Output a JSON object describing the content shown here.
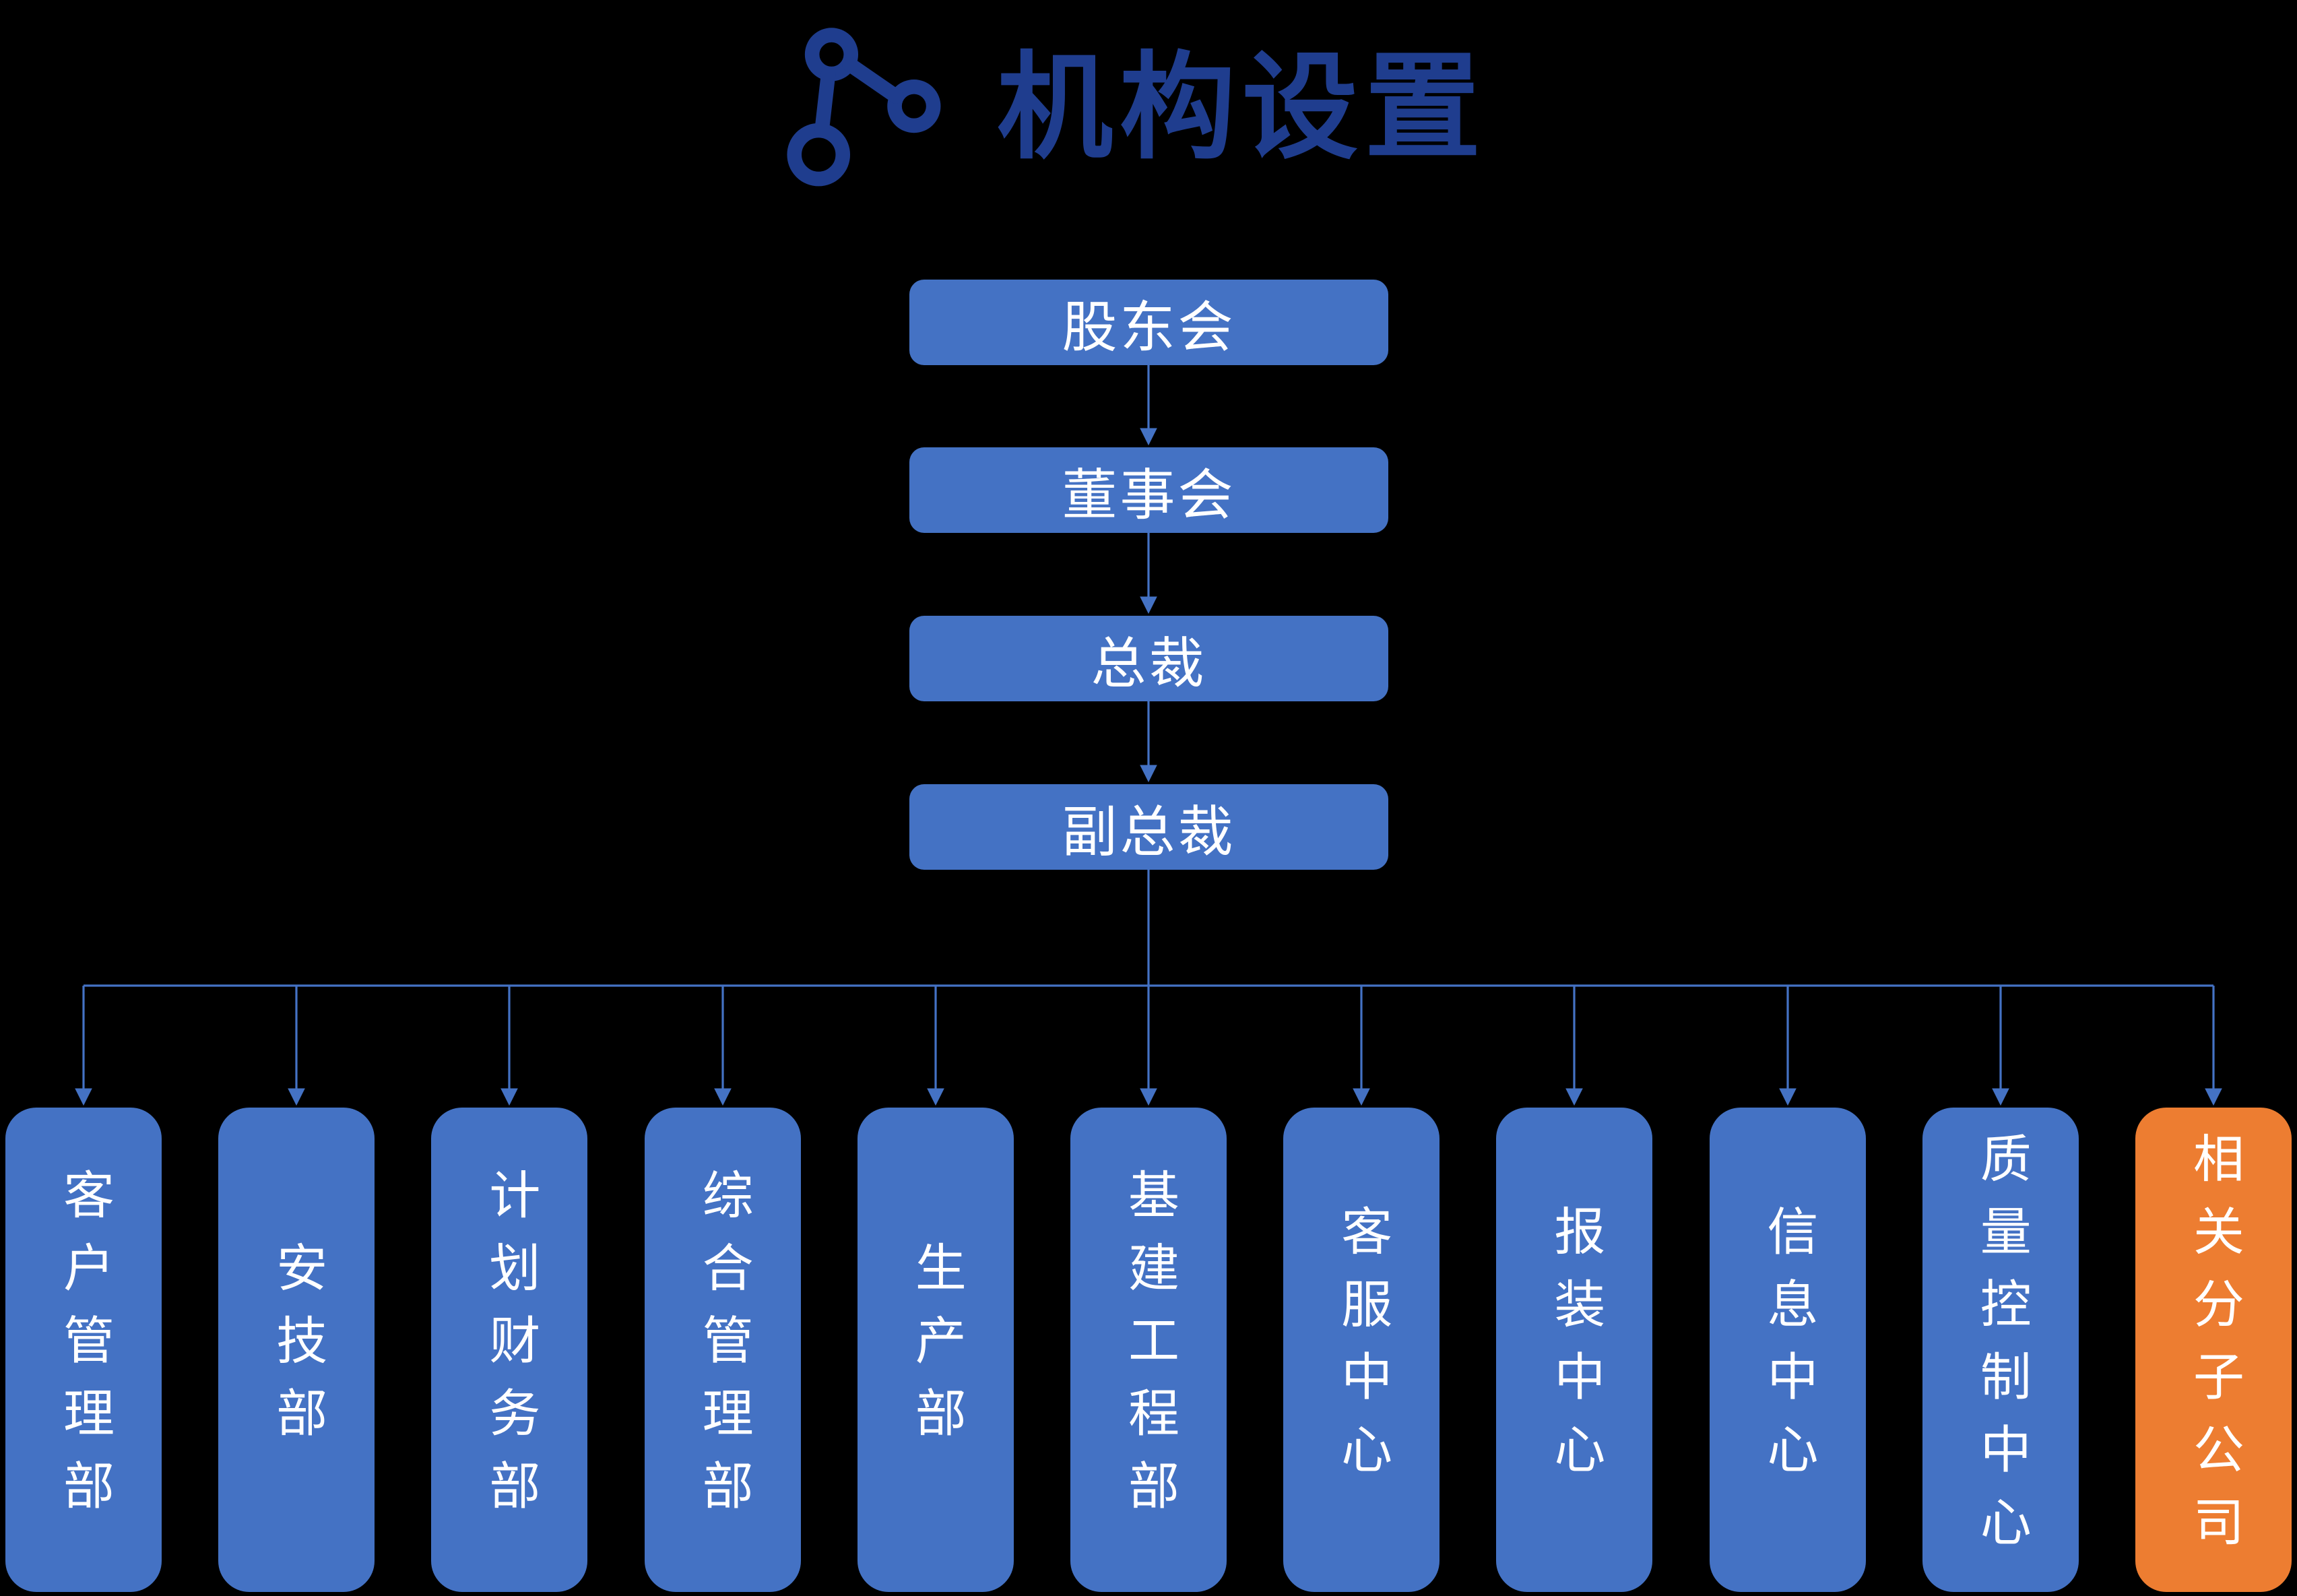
{
  "title": {
    "text": "机构设置",
    "icon": "share-nodes-icon"
  },
  "colors": {
    "background": "#000000",
    "node_blue": "#4472C4",
    "node_highlight_orange": "#ED7D31",
    "connector_blue": "#4472C4",
    "title_blue": "#1F3D8E",
    "node_text": "#FFFFFF"
  },
  "chain": [
    {
      "label": "股东会"
    },
    {
      "label": "董事会"
    },
    {
      "label": "总裁"
    },
    {
      "label": "副总裁"
    }
  ],
  "departments": [
    {
      "label": "客户管理部",
      "highlight": false
    },
    {
      "label": "安技部",
      "highlight": false
    },
    {
      "label": "计划财务部",
      "highlight": false
    },
    {
      "label": "综合管理部",
      "highlight": false
    },
    {
      "label": "生产部",
      "highlight": false
    },
    {
      "label": "基建工程部",
      "highlight": false
    },
    {
      "label": "客服中心",
      "highlight": false
    },
    {
      "label": "报装中心",
      "highlight": false
    },
    {
      "label": "信息中心",
      "highlight": false
    },
    {
      "label": "质量控制中心",
      "highlight": false
    },
    {
      "label": "相关分子公司",
      "highlight": true
    }
  ]
}
